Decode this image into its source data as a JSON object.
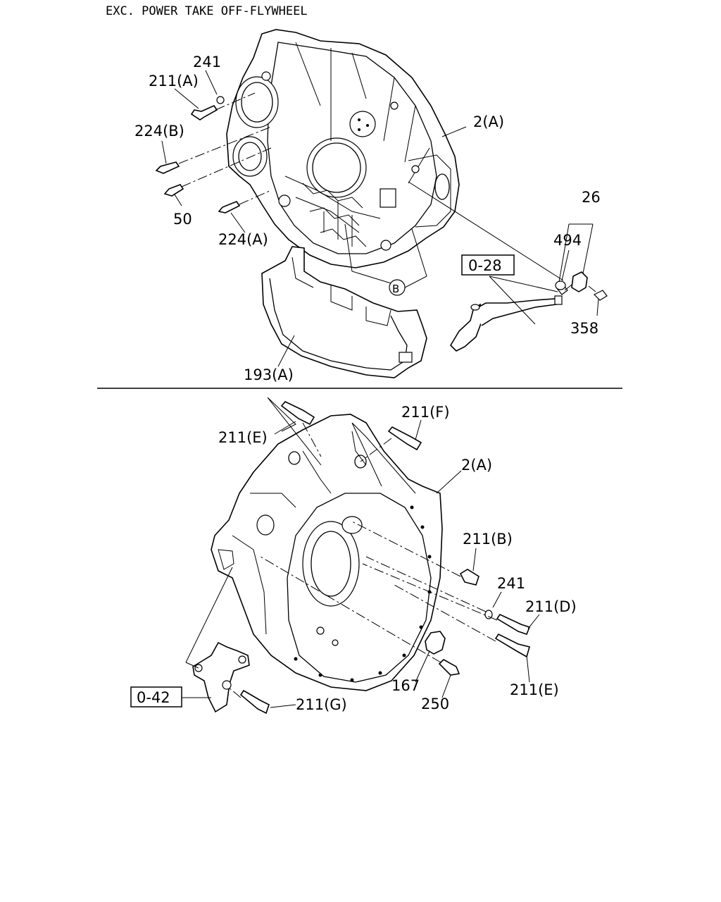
{
  "title": "EXC. POWER TAKE OFF-FLYWHEEL",
  "top_labels": {
    "l241": "241",
    "l211A": "211(A)",
    "l224B": "224(B)",
    "l50": "50",
    "l224A": "224(A)",
    "l2A": "2(A)",
    "l26": "26",
    "l494": "494",
    "l028": "0-28",
    "lB": "B",
    "l358": "358",
    "l193A": "193(A)"
  },
  "bottom_labels": {
    "l211E_top": "211(E)",
    "l211F": "211(F)",
    "l2A": "2(A)",
    "l211B": "211(B)",
    "l241": "241",
    "l211D": "211(D)",
    "l167": "167",
    "l250": "250",
    "l211E": "211(E)",
    "l042": "0-42",
    "l211G": "211(G)"
  }
}
